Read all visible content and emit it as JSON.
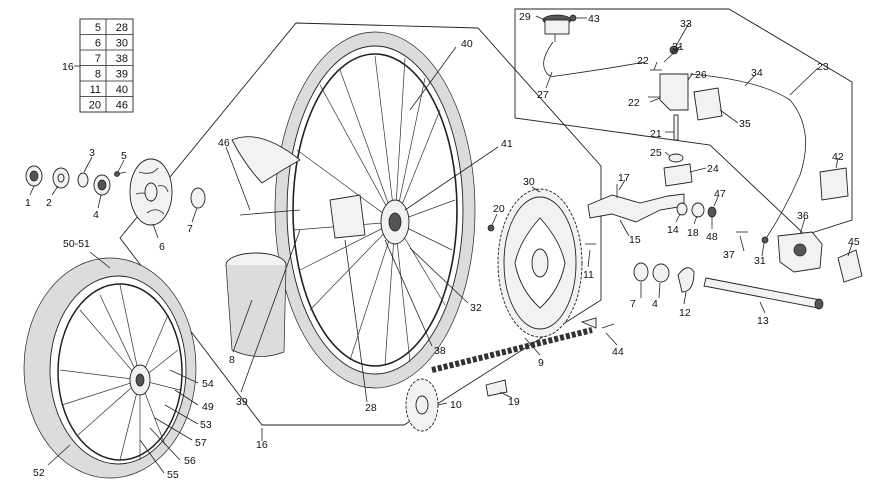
{
  "table": {
    "side_label": "16",
    "rows": [
      {
        "a": "5",
        "b": "28"
      },
      {
        "a": "6",
        "b": "30"
      },
      {
        "a": "7",
        "b": "38"
      },
      {
        "a": "8",
        "b": "39"
      },
      {
        "a": "11",
        "b": "40"
      },
      {
        "a": "20",
        "b": "46"
      }
    ]
  },
  "callouts": {
    "c1": "1",
    "c2": "2",
    "c3": "3",
    "c4a": "4",
    "c5": "5",
    "c6": "6",
    "c7a": "7",
    "c46": "46",
    "c40": "40",
    "c41": "41",
    "c8": "8",
    "c39": "39",
    "c28": "28",
    "c38": "38",
    "c32": "32",
    "c16b": "16",
    "c5051": "50-51",
    "c54": "54",
    "c49": "49",
    "c53": "53",
    "c57": "57",
    "c56": "56",
    "c55": "55",
    "c52": "52",
    "c30": "30",
    "c20": "20",
    "c11": "11",
    "c9": "9",
    "c10": "10",
    "c19": "19",
    "c44": "44",
    "c7b": "7",
    "c4b": "4",
    "c12": "12",
    "c13": "13",
    "c29": "29",
    "c43": "43",
    "c27": "27",
    "c33": "33",
    "c31a": "31",
    "c22a": "22",
    "c26": "26",
    "c22b": "22",
    "c34": "34",
    "c23": "23",
    "c35": "35",
    "c21": "21",
    "c25": "25",
    "c24": "24",
    "c17": "17",
    "c15": "15",
    "c14": "14",
    "c18": "18",
    "c47": "47",
    "c48": "48",
    "c42": "42",
    "c36": "36",
    "c37": "37",
    "c31b": "31",
    "c45": "45"
  }
}
